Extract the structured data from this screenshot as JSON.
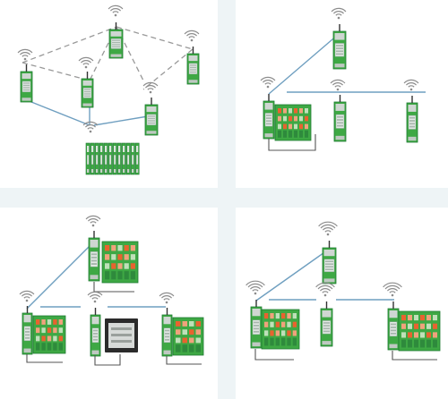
{
  "panels": [
    {
      "id": "p1",
      "topology": "mesh"
    },
    {
      "id": "p2",
      "topology": "star"
    },
    {
      "id": "p3",
      "topology": "star"
    },
    {
      "id": "p4",
      "topology": "star"
    }
  ],
  "icons": {
    "wireless": "wireless-signal-icon",
    "module": "io-module-icon"
  },
  "colors": {
    "module_green": "#3ea844",
    "module_dark_green": "#1f7a33",
    "link_blue": "#6f9fc0",
    "link_dashed": "#999999",
    "wave": "#8c8c8c",
    "panel_bg": "#ffffff",
    "page_bg": "#eef4f6"
  }
}
